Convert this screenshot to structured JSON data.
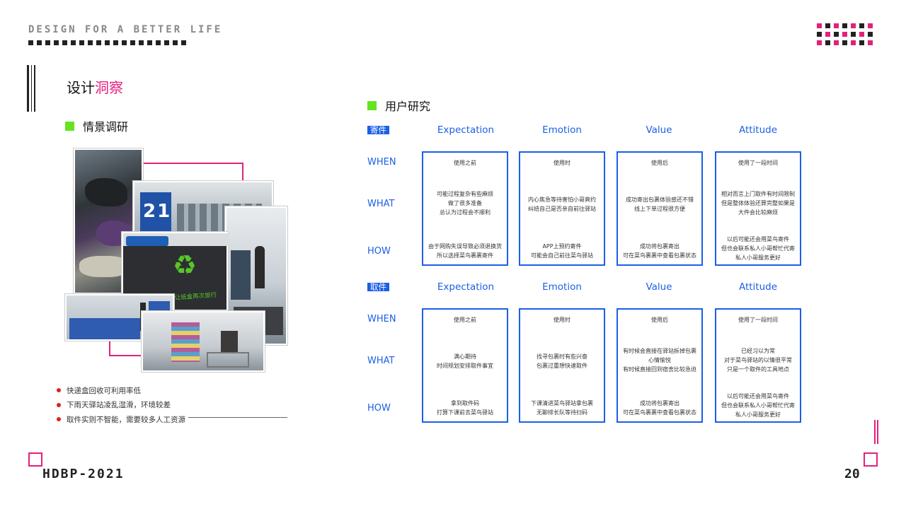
{
  "header": {
    "brand": "DESIGN FOR A BETTER LIFE",
    "accent_pink": "#e4207c",
    "accent_green": "#66e321",
    "accent_blue": "#1b5fe6"
  },
  "section": {
    "title_prefix": "设计",
    "title_highlight": "洞察",
    "left_subtitle": "情景调研",
    "right_subtitle": "用户研究"
  },
  "bullets": [
    "快递盒回收可利用率低",
    "下雨天驿站凌乱湿滑，环境较差",
    "取件实则不智能，需要较多人工资源"
  ],
  "photos": {
    "sign_text": "分类投放 让纸盒再次旅行",
    "counter_numbers": "21"
  },
  "research": {
    "columns": [
      "Expectation",
      "Emotion",
      "Value",
      "Attitude"
    ],
    "rows": [
      "WHEN",
      "WHAT",
      "HOW"
    ],
    "blocks": [
      {
        "tag": "寄件",
        "cards": [
          {
            "when": "使用之前",
            "what": "可能过程复杂有些麻烦\n做了很多准备\n总认为过程会不顺利",
            "how": "由于网购失误导致必须退换货\n所以选择菜鸟裹裹寄件"
          },
          {
            "when": "使用时",
            "what": "内心焦急等待害怕小哥爽约\n纠结自己是否亲自前往驿站",
            "how": "APP上预约寄件\n可能会自己前往菜鸟驿站"
          },
          {
            "when": "使用后",
            "what": "成功寄出包裹体验感还不错\n线上下单过程很方便",
            "how": "成功将包裹寄出\n可在菜鸟裹裹中查看包裹状态"
          },
          {
            "when": "使用了一段时间",
            "what": "相对而言上门取件有时间限制\n但是整体体验还算完整如果是\n大件会比较麻烦",
            "how": "以后可能还会用菜鸟寄件\n但也会联系私人小哥帮忙代寄\n私人小哥服务更好"
          }
        ]
      },
      {
        "tag": "取件",
        "cards": [
          {
            "when": "使用之前",
            "what": "满心期待\n时间规划安排取件事宜",
            "how": "拿到取件码\n打算下课前去菜鸟驿站"
          },
          {
            "when": "使用时",
            "what": "找寻包裹时有些兴奋\n包裹过重想快速取件",
            "how": "下课清进菜鸟驿站拿包裹\n无聊排长队等待扫码"
          },
          {
            "when": "使用后",
            "what": "有时候会直接在驿站拆掉包裹\n心情愉悦\n有时候直接回到宿舍比较急迫",
            "how": "成功将包裹寄出\n可在菜鸟裹裹中查看包裹状态"
          },
          {
            "when": "使用了一段时间",
            "what": "已经习以为常\n对于菜鸟驿站的以情很平常\n只是一个取件的工具地点",
            "how": "以后可能还会用菜鸟寄件\n但也会联系私人小哥帮忙代寄\n私人小哥服务更好"
          }
        ]
      }
    ]
  },
  "footer": {
    "left": "HDBP-2021",
    "page": "20"
  }
}
